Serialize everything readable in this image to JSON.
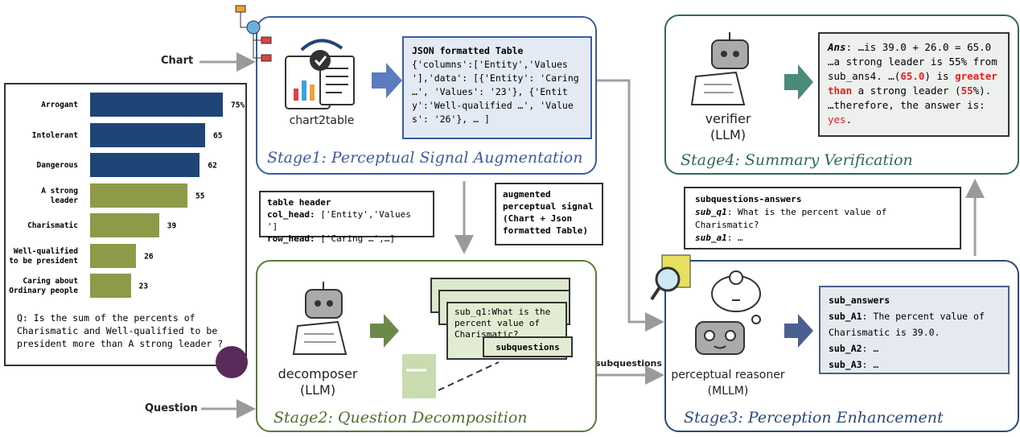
{
  "inputs": {
    "chart_label": "Chart",
    "question_label": "Question"
  },
  "chart_data": {
    "type": "bar",
    "orientation": "horizontal",
    "categories": [
      "Arrogant",
      "Intolerant",
      "Dangerous",
      "A strong\nleader",
      "Charismatic",
      "Well-qualified\nto be president",
      "Caring about\nOrdinary people"
    ],
    "values": [
      75,
      65,
      62,
      55,
      39,
      26,
      23
    ],
    "value_labels": [
      "75%",
      "65",
      "62",
      "55",
      "39",
      "26",
      "23"
    ],
    "colors": [
      "#1f4577",
      "#1f4577",
      "#1f4577",
      "#8f9a48",
      "#8f9a48",
      "#8f9a48",
      "#8f9a48"
    ]
  },
  "question": "Q: Is the sum of the percents of Charismatic and Well-qualified to be president more than A strong leader ?",
  "stage1": {
    "title": "Stage1:  Perceptual Signal Augmentation",
    "tool_label": "chart2table",
    "json_title": "JSON formatted Table",
    "json_body": "{'columns':['Entity','Values '],'data': [{'Entity': 'Caring …', 'Values': '23'}, {'Entity':'Well-qualified …', 'Values': '26'}, … ]",
    "color": "#3b5ba5"
  },
  "callout_header": {
    "title": "table header",
    "col_head_key": "col_head:",
    "col_head_val": " ['Entity','Values ']",
    "row_head_key": "row_head:",
    "row_head_val": " ['Caring …',…]"
  },
  "callout_signal": {
    "text": "augmented perceptual signal (Chart + Json formatted Table)"
  },
  "stage2": {
    "title": "Stage2:  Question Decomposition",
    "agent_label": "decomposer",
    "agent_sub": "(LLM)",
    "subq_text": "sub_q1:What is the percent value of Charismatic?",
    "subq_tag": "subquestions",
    "color": "#5a7a3a"
  },
  "flow_label": "subquestions",
  "callout_qa": {
    "title": "subquestions-answers",
    "q_key": "sub_q1",
    "q_val": ": What is the percent value of Charismatic?",
    "a_key": "sub_a1",
    "a_val": ": …"
  },
  "stage3": {
    "title": "Stage3:  Perception Enhancement",
    "agent_label": "perceptual reasoner",
    "agent_sub": "(MLLM)",
    "answers_title": "sub_answers",
    "answers": [
      {
        "key": "sub_A1",
        "val": ": The percent value of Charismatic is 39.0."
      },
      {
        "key": "sub_A2",
        "val": ": …"
      },
      {
        "key": "sub_A3",
        "val": ": …"
      }
    ],
    "color": "#2a4a7a"
  },
  "stage4": {
    "title": "Stage4:  Summary Verification",
    "agent_label": "verifier",
    "agent_sub": "(LLM)",
    "ans_key": "Ans",
    "ans_p1": ": …is 39.0 + 26.0 = 65.0 …a strong leader is 55% from sub_ans4. …(",
    "ans_r1": "65.0",
    "ans_p2": ") is ",
    "ans_r2": "greater than",
    "ans_p3": " a strong leader (",
    "ans_r3": "55",
    "ans_p4": "%). …therefore, the answer is: ",
    "ans_r4": "yes",
    "ans_p5": ".",
    "color": "#2f6b50"
  }
}
